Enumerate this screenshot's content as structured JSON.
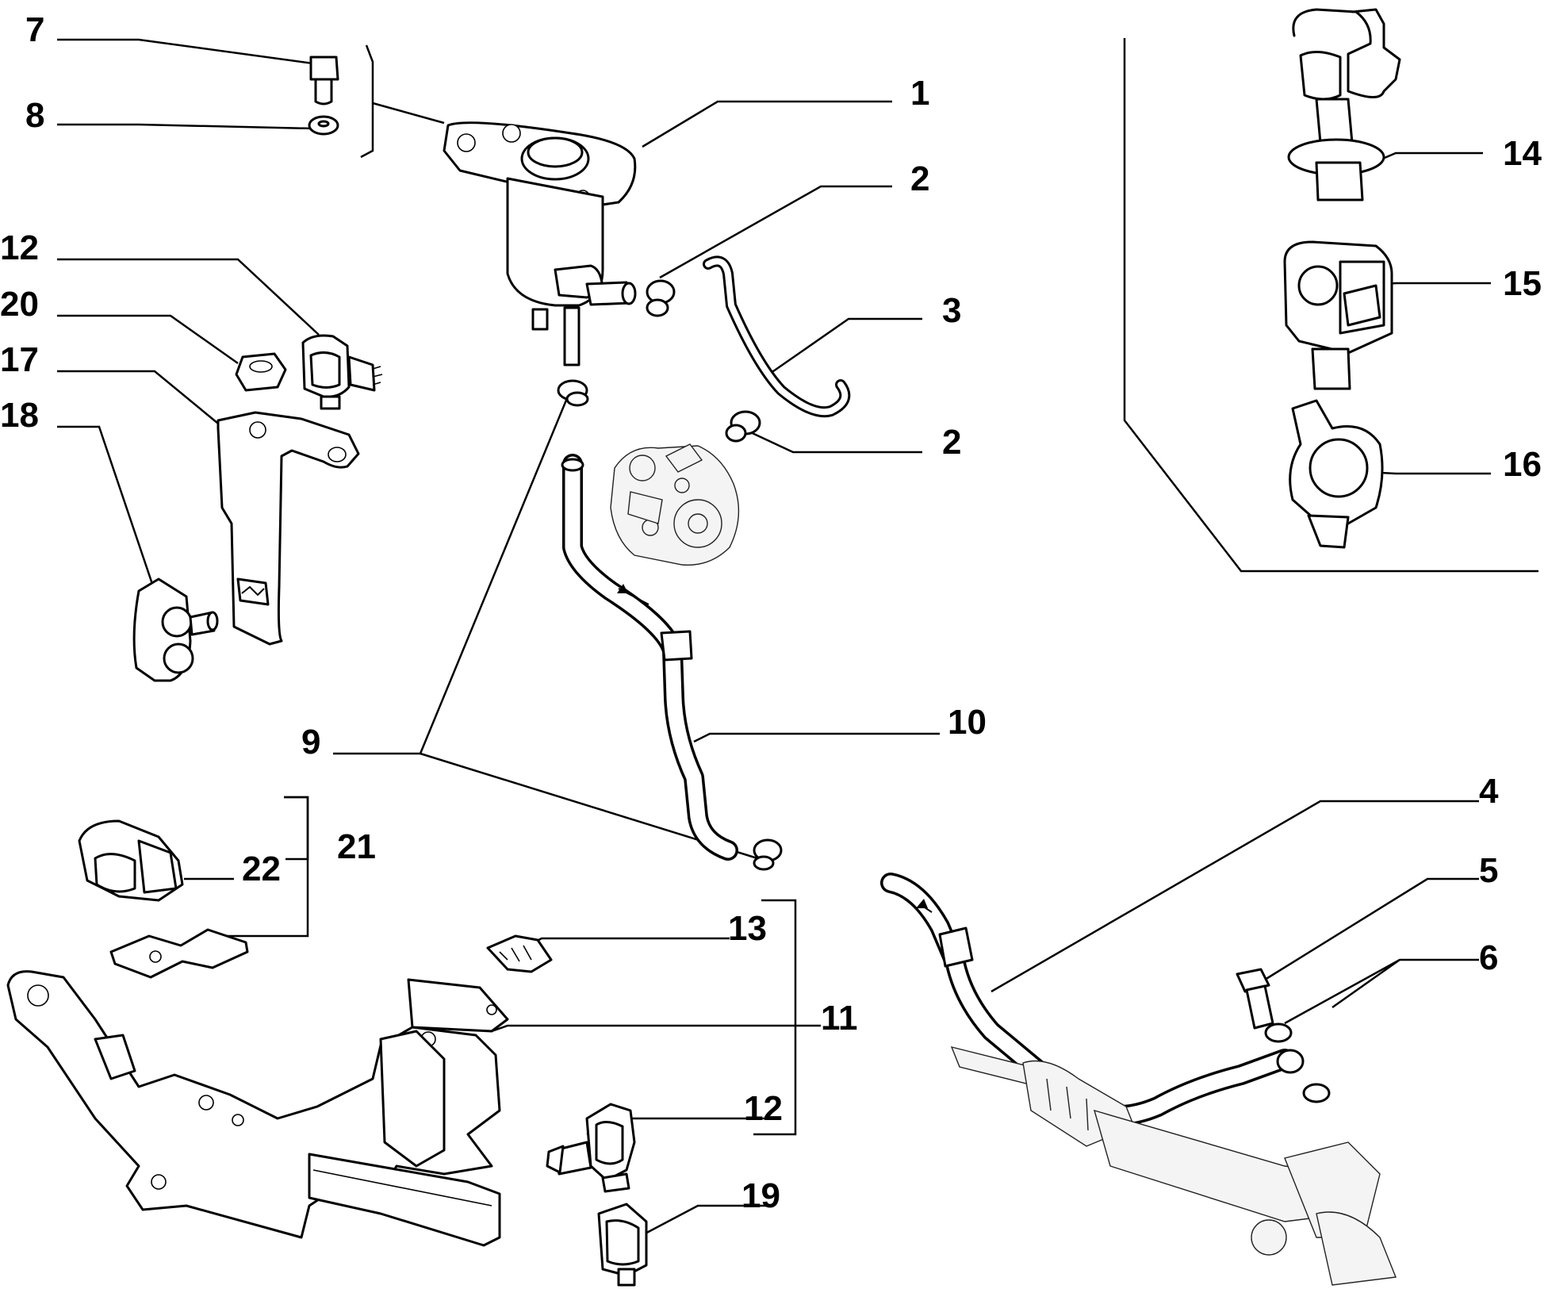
{
  "diagram": {
    "callouts": [
      {
        "id": "c7",
        "text": "7"
      },
      {
        "id": "c8",
        "text": "8"
      },
      {
        "id": "c1",
        "text": "1"
      },
      {
        "id": "c2a",
        "text": "2"
      },
      {
        "id": "c3",
        "text": "3"
      },
      {
        "id": "c2b",
        "text": "2"
      },
      {
        "id": "c12a",
        "text": "12"
      },
      {
        "id": "c20",
        "text": "20"
      },
      {
        "id": "c17",
        "text": "17"
      },
      {
        "id": "c18",
        "text": "18"
      },
      {
        "id": "c14",
        "text": "14"
      },
      {
        "id": "c15",
        "text": "15"
      },
      {
        "id": "c16",
        "text": "16"
      },
      {
        "id": "c10",
        "text": "10"
      },
      {
        "id": "c9",
        "text": "9"
      },
      {
        "id": "c4",
        "text": "4"
      },
      {
        "id": "c5",
        "text": "5"
      },
      {
        "id": "c6",
        "text": "6"
      },
      {
        "id": "c22",
        "text": "22"
      },
      {
        "id": "c21",
        "text": "21"
      },
      {
        "id": "c13",
        "text": "13"
      },
      {
        "id": "c11",
        "text": "11"
      },
      {
        "id": "c12b",
        "text": "12"
      },
      {
        "id": "c19",
        "text": "19"
      }
    ]
  }
}
